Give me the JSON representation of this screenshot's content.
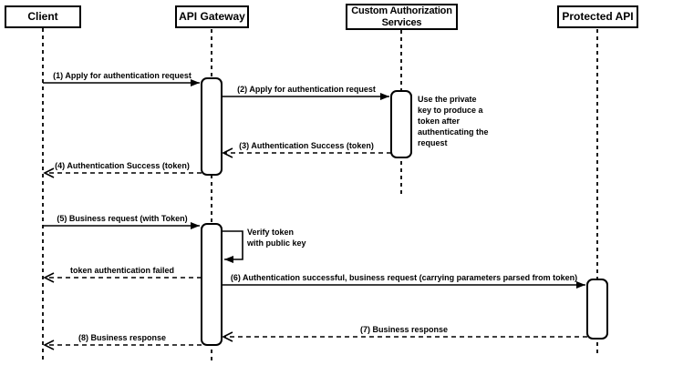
{
  "diagram_type": "uml-sequence-diagram",
  "colors": {
    "stroke": "#000000",
    "fill": "#ffffff",
    "background": "#ffffff"
  },
  "participants": [
    {
      "label": "Client"
    },
    {
      "label": "API Gateway"
    },
    {
      "label": "Custom Authorization Services"
    },
    {
      "label": "Protected API"
    }
  ],
  "messages": [
    {
      "label": "(1) Apply for authentication request",
      "from": "Client",
      "to": "API Gateway",
      "line": "solid"
    },
    {
      "label": "(2) Apply for authentication request",
      "from": "API Gateway",
      "to": "Custom Authorization Services",
      "line": "solid"
    },
    {
      "label": "(3) Authentication Success (token)",
      "from": "Custom Authorization Services",
      "to": "API Gateway",
      "line": "dashed"
    },
    {
      "label": "(4) Authentication Success (token)",
      "from": "API Gateway",
      "to": "Client",
      "line": "dashed"
    },
    {
      "label": "(5) Business request (with Token)",
      "from": "Client",
      "to": "API Gateway",
      "line": "solid"
    },
    {
      "label": "Verify token with public key",
      "from": "API Gateway",
      "to": "API Gateway",
      "line": "self"
    },
    {
      "label": "token authentication failed",
      "from": "API Gateway",
      "to": "Client",
      "line": "dashed"
    },
    {
      "label": "(6) Authentication successful, business request (carrying parameters parsed from token)",
      "from": "API Gateway",
      "to": "Protected API",
      "line": "solid"
    },
    {
      "label": "(7) Business response",
      "from": "Protected API",
      "to": "API Gateway",
      "line": "dashed"
    },
    {
      "label": "(8) Business response",
      "from": "API Gateway",
      "to": "Client",
      "line": "dashed"
    }
  ],
  "notes": [
    {
      "text": "Use the private key to produce a token after authenticating the request",
      "attached_to": "Custom Authorization Services"
    }
  ]
}
